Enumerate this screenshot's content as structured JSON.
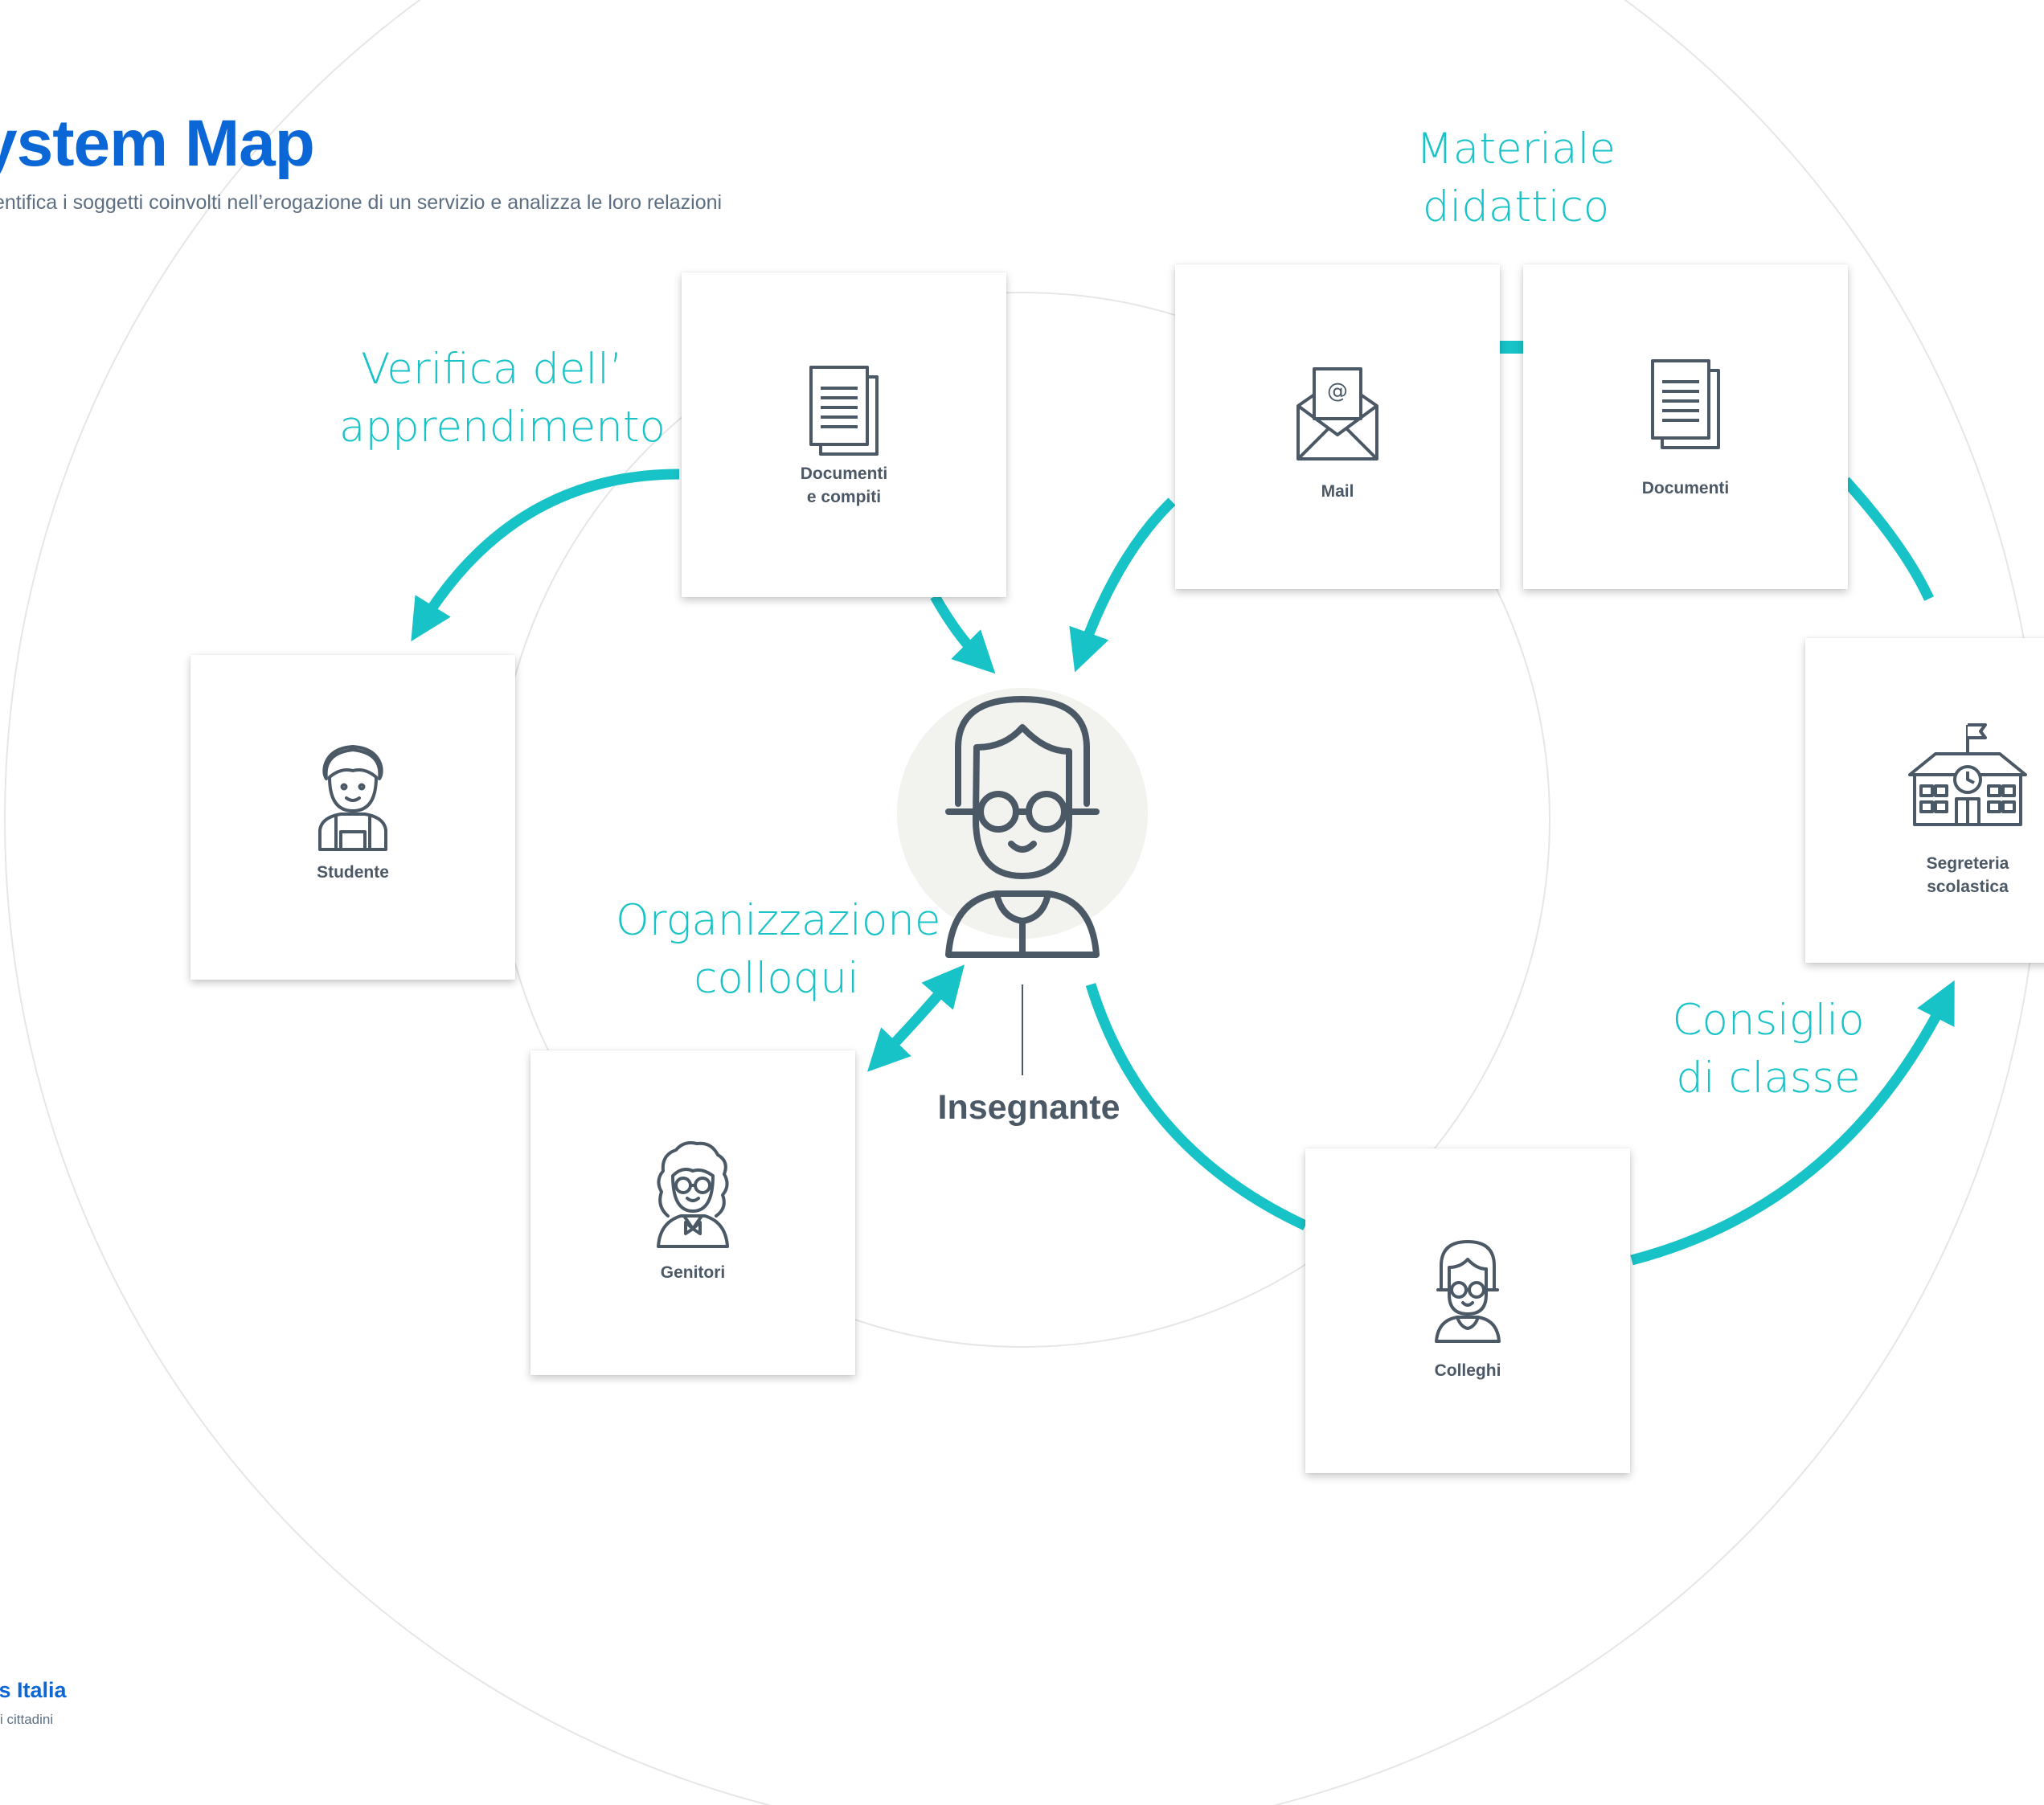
{
  "header": {
    "title": "ystem Map",
    "subtitle": "entifica i soggetti coinvolti nell’erogazione di un servizio e analizza le loro relazioni"
  },
  "footer": {
    "brand": "rs Italia",
    "brand_sub": "i cittadini"
  },
  "center": {
    "name": "Insegnante",
    "icon": "teacher-avatar-icon"
  },
  "nodes": {
    "documenti_compiti": {
      "line1": "Documenti",
      "line2": "e compiti",
      "icon": "document-icon"
    },
    "mail": {
      "line1": "Mail",
      "icon": "mail-envelope-icon"
    },
    "documenti": {
      "line1": "Documenti",
      "icon": "document-icon"
    },
    "studente": {
      "line1": "Studente",
      "icon": "student-avatar-icon"
    },
    "segreteria": {
      "line1": "Segreteria",
      "line2": "scolastica",
      "icon": "school-building-icon"
    },
    "genitori": {
      "line1": "Genitori",
      "icon": "parent-avatar-icon"
    },
    "colleghi": {
      "line1": "Colleghi",
      "icon": "colleague-avatar-icon"
    }
  },
  "flows": {
    "verifica": {
      "line1": "Verifica dell’",
      "line2": "apprendimento"
    },
    "materiale": {
      "line1": "Materiale",
      "line2": "didattico"
    },
    "organizzazione": {
      "line1": "Organizzazione",
      "line2": "colloqui"
    },
    "consiglio": {
      "line1": "Consiglio",
      "line2": "di classe"
    }
  },
  "colors": {
    "accent": "#18c3c8",
    "title": "#0b66d6",
    "text": "#4b5865",
    "icon_stroke": "#4b5865",
    "halo": "#f2f2ee",
    "ring": "#e6e6e6"
  }
}
